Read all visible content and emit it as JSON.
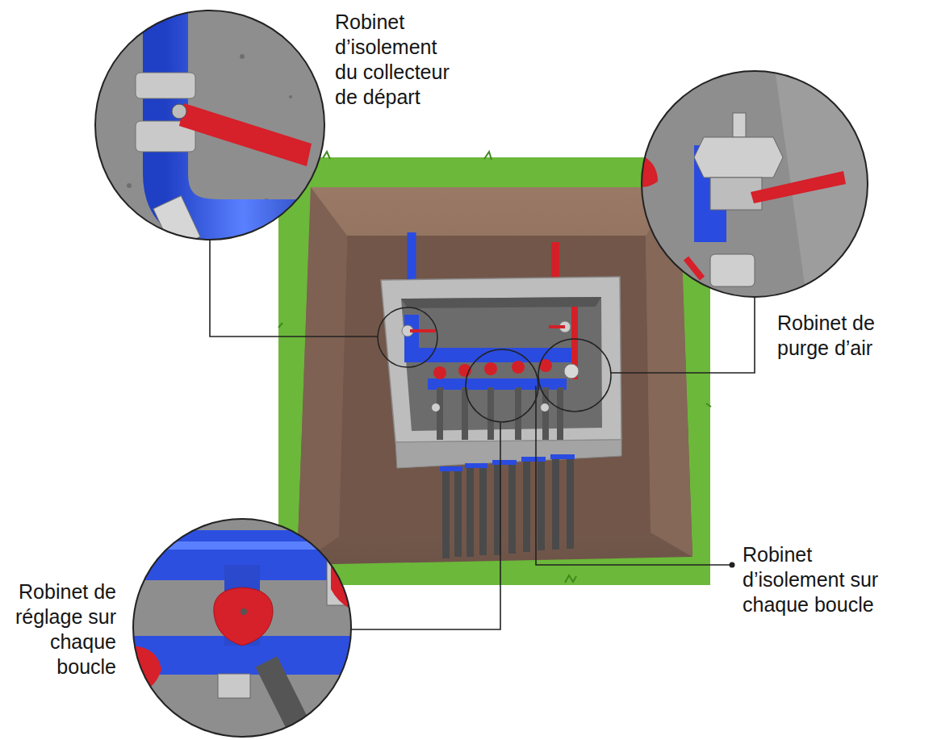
{
  "diagram": {
    "labels": [
      "Robinet d’isolement du collecteur de départ",
      "Robinet de purge d’air",
      "Robinet de réglage sur chaque boucle",
      "Robinet d’isolement sur chaque boucle"
    ]
  }
}
